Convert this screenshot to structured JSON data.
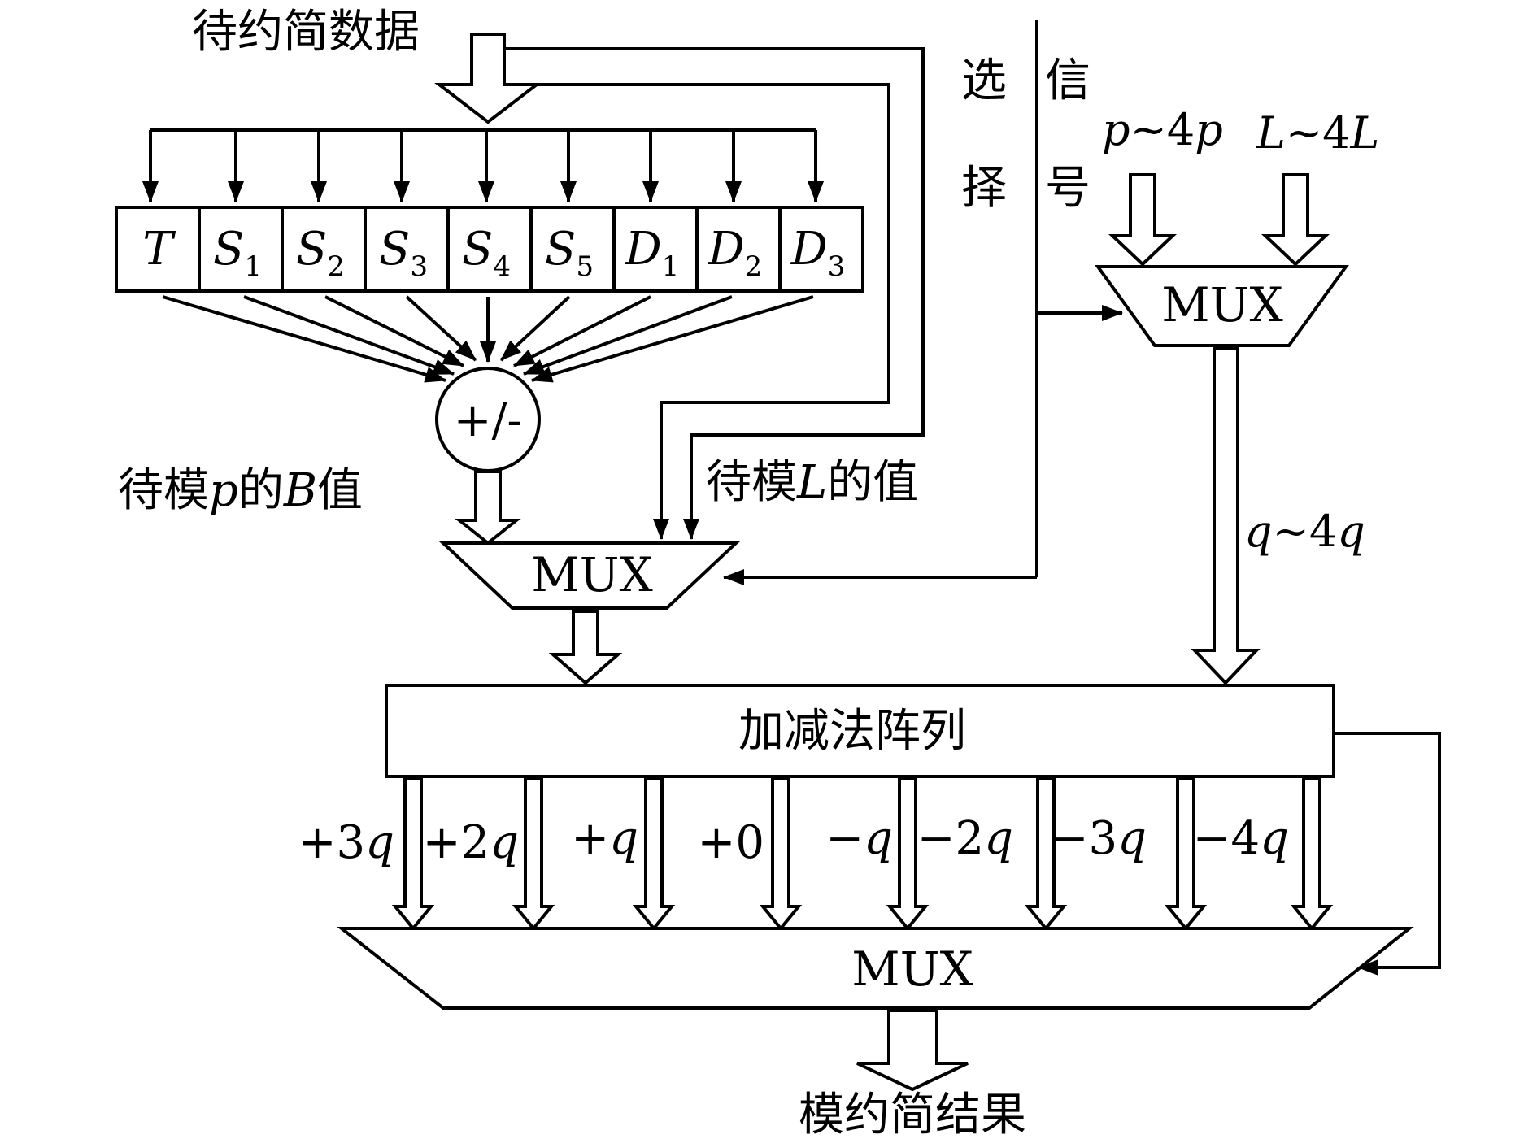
{
  "title_input": "待约简数据",
  "select_signal": {
    "char1": "选",
    "char2": "择",
    "char3": "信",
    "char4": "号"
  },
  "register": {
    "cells": [
      {
        "letter": "T",
        "sub": ""
      },
      {
        "letter": "S",
        "sub": "1"
      },
      {
        "letter": "S",
        "sub": "2"
      },
      {
        "letter": "S",
        "sub": "3"
      },
      {
        "letter": "S",
        "sub": "4"
      },
      {
        "letter": "S",
        "sub": "5"
      },
      {
        "letter": "D",
        "sub": "1"
      },
      {
        "letter": "D",
        "sub": "2"
      },
      {
        "letter": "D",
        "sub": "3"
      }
    ]
  },
  "adder_label": "+/-",
  "label_mod_p": {
    "prefix": "待模",
    "var": "p",
    "mid": "的",
    "var2": "B",
    "suffix": "值"
  },
  "label_mod_L": {
    "prefix": "待模",
    "var": "L",
    "suffix": "的值"
  },
  "top_mux_inputs": {
    "left": {
      "a": "p",
      "sep": "~4",
      "b": "p"
    },
    "right": {
      "a": "L",
      "sep": "~4",
      "b": "L"
    }
  },
  "mux_label": "MUX",
  "q_label": {
    "a": "q",
    "sep": "~4",
    "b": "q"
  },
  "array_label": "加减法阵列",
  "outputs": [
    {
      "sign": "+3",
      "var": "q"
    },
    {
      "sign": "+2",
      "var": "q"
    },
    {
      "sign": "+",
      "var": "q"
    },
    {
      "sign": "+0",
      "var": ""
    },
    {
      "sign": "−",
      "var": "q"
    },
    {
      "sign": "−2",
      "var": "q"
    },
    {
      "sign": "−3",
      "var": "q"
    },
    {
      "sign": "−4",
      "var": "q"
    }
  ],
  "result_label": "模约简结果",
  "colors": {
    "stroke": "#000000",
    "background": "#ffffff"
  }
}
